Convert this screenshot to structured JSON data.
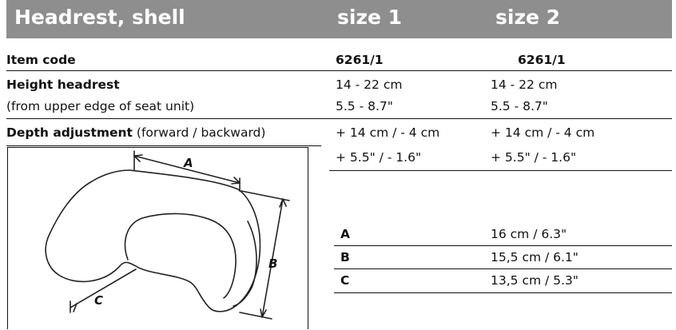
{
  "header": {
    "title": "Headrest, shell",
    "size1": "size 1",
    "size2": "size 2"
  },
  "rows": {
    "item_code": {
      "label": "Item code",
      "s1": "6261/1",
      "s2": "6261/1"
    },
    "height": {
      "label": "Height headrest",
      "s1": "14 - 22 cm",
      "s2": "14 - 22 cm"
    },
    "height_note": {
      "label": "(from upper edge of seat unit)",
      "s1": "5.5 - 8.7\"",
      "s2": "5.5 - 8.7\""
    },
    "depth": {
      "label_bold": "Depth adjustment",
      "label_rest": " (forward / backward)",
      "s1": "+ 14 cm / - 4 cm",
      "s2": "+ 14 cm / - 4 cm"
    },
    "depth_in": {
      "s1": "+ 5.5\" / - 1.6\"",
      "s2": "+ 5.5\" / - 1.6\""
    }
  },
  "drawing": {
    "label_a": "A",
    "label_b": "B",
    "label_c": "C"
  },
  "dimensions": [
    {
      "key": "A",
      "value": "16 cm / 6.3\""
    },
    {
      "key": "B",
      "value": "15,5 cm / 6.1\""
    },
    {
      "key": "C",
      "value": "13,5 cm / 5.3\""
    }
  ]
}
